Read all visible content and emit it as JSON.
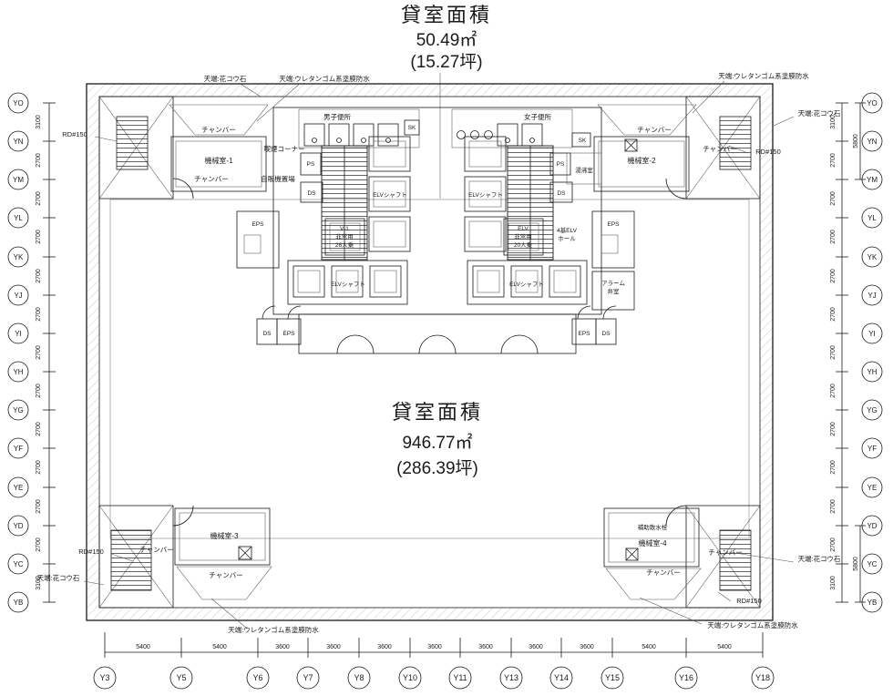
{
  "drawing": {
    "small_tenant": {
      "title": "貸室面積",
      "area": "50.49㎡",
      "tsubo": "(15.27坪)"
    },
    "main_tenant": {
      "title": "貸室面積",
      "area": "946.77㎡",
      "tsubo": "(286.39坪)"
    }
  },
  "grid": {
    "left": [
      "YO",
      "YN",
      "YM",
      "YL",
      "YK",
      "YJ",
      "YI",
      "YH",
      "YG",
      "YF",
      "YE",
      "YD",
      "YC",
      "YB"
    ],
    "right": [
      "YO",
      "YN",
      "YM",
      "YL",
      "YK",
      "YJ",
      "YI",
      "YH",
      "YG",
      "YF",
      "YE",
      "YD",
      "YC",
      "YB"
    ],
    "bottom": [
      "Y3",
      "Y5",
      "Y6",
      "Y7",
      "Y8",
      "Y10",
      "Y11",
      "Y13",
      "Y14",
      "Y15",
      "Y16",
      "Y18"
    ]
  },
  "dims": {
    "left": [
      "3100",
      "2700",
      "2700",
      "2700",
      "2700",
      "2700",
      "2700",
      "2700",
      "2700",
      "2700",
      "2700",
      "2700",
      "3100"
    ],
    "right": [
      "3100",
      "2700",
      "2700",
      "2700",
      "2700",
      "2700",
      "2700",
      "2700",
      "2700",
      "2700",
      "2700",
      "2700",
      "3100"
    ],
    "right_outer": [
      "5800",
      "5800"
    ],
    "bottom": [
      "5400",
      "5400",
      "3600",
      "3600",
      "3600",
      "3600",
      "3600",
      "3600",
      "3600",
      "5400",
      "5400"
    ]
  },
  "rooms": {
    "machine_1": "機械室-1",
    "machine_2": "機械室-2",
    "machine_3": "機械室-3",
    "machine_4": "機械室-4",
    "mens_toilet": "男子便所",
    "womens_toilet": "女子便所",
    "smoking_corner": "喫煙コーナー",
    "vending": "自販機置場",
    "hot_water": "湯沸室",
    "aux_hydrant": "補助散水栓",
    "alarm_valve_1": "アラーム",
    "alarm_valve_2": "弁室",
    "elv_hall_1": "4基ELV",
    "elv_hall_2": "ホール"
  },
  "shafts": {
    "ps": "PS",
    "ds": "DS",
    "eps": "EPS",
    "sk": "SK",
    "elv_shaft": "ELVシャフト"
  },
  "elevators": {
    "emergency_left": {
      "name": "V-1",
      "type": "非常用",
      "capacity": "26人乗"
    },
    "emergency_right": {
      "name": "ELV",
      "type": "非常用",
      "capacity": "20人乗"
    }
  },
  "annotations": {
    "chamber": "チャンバー",
    "rd150": "RD#150",
    "granite": "天端:花コウ石",
    "urethane": "天端:ウレタンゴム系塗膜防水"
  }
}
